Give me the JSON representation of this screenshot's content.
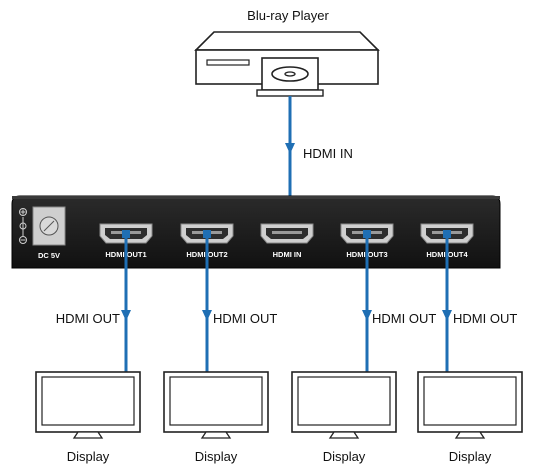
{
  "source": {
    "title": "Blu-ray Player"
  },
  "input_link": {
    "label": "HDMI IN"
  },
  "splitter": {
    "power_label": "DC 5V",
    "ports": [
      {
        "label": "HDMI OUT1"
      },
      {
        "label": "HDMI OUT2"
      },
      {
        "label": "HDMI IN"
      },
      {
        "label": "HDMI OUT3"
      },
      {
        "label": "HDMI OUT4"
      }
    ]
  },
  "outputs": [
    {
      "cable_label": "HDMI OUT",
      "display_label": "Display"
    },
    {
      "cable_label": "HDMI OUT",
      "display_label": "Display"
    },
    {
      "cable_label": "HDMI OUT",
      "display_label": "Display"
    },
    {
      "cable_label": "HDMI OUT",
      "display_label": "Display"
    }
  ],
  "colors": {
    "cable": "#1f6fb4",
    "device_body": "#1b1b1b",
    "outline": "#222222"
  }
}
